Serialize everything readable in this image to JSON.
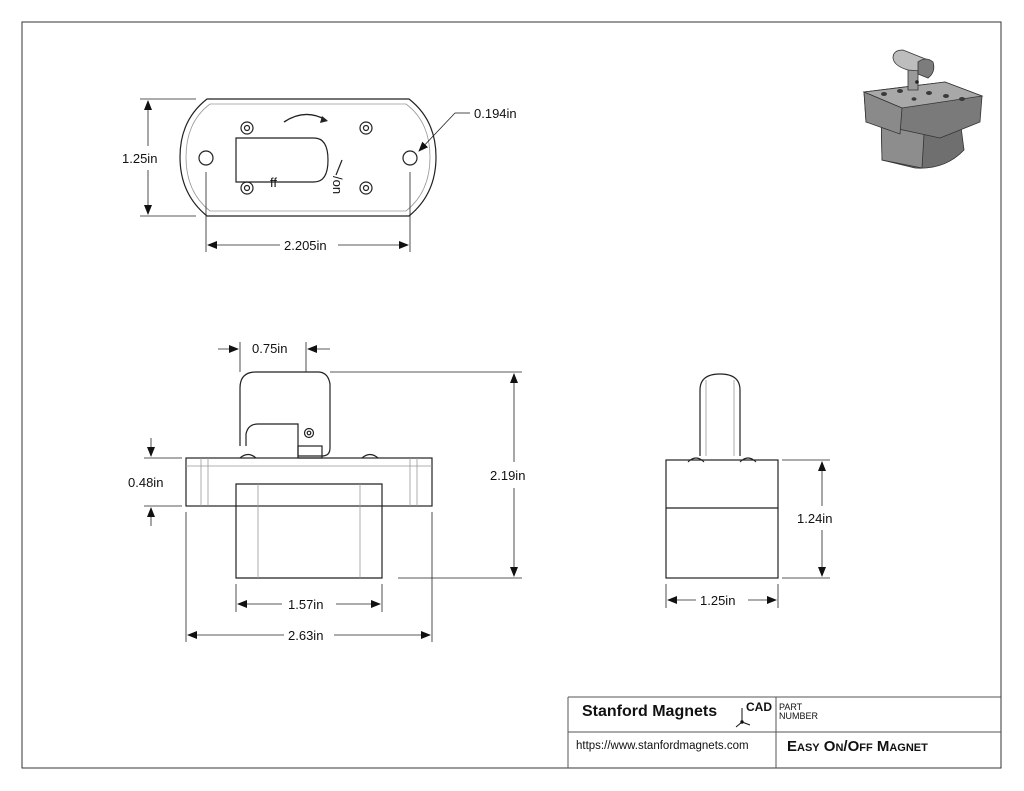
{
  "dimensions": {
    "top_height": "1.25in",
    "top_hole": "0.194in",
    "top_width": "2.205in",
    "front_handle": "0.75in",
    "front_flange": "0.48in",
    "front_height": "2.19in",
    "front_body": "1.57in",
    "front_width": "2.63in",
    "side_height": "1.24in",
    "side_width": "1.25in"
  },
  "plate_marks": {
    "on": "/on",
    "off": "ff"
  },
  "title_block": {
    "company": "Stanford Magnets",
    "logo_text": "CAD",
    "part_label_line1": "PART",
    "part_label_line2": "NUMBER",
    "url": "https://www.stanfordmagnets.com",
    "title": "Easy On/Off Magnet"
  }
}
